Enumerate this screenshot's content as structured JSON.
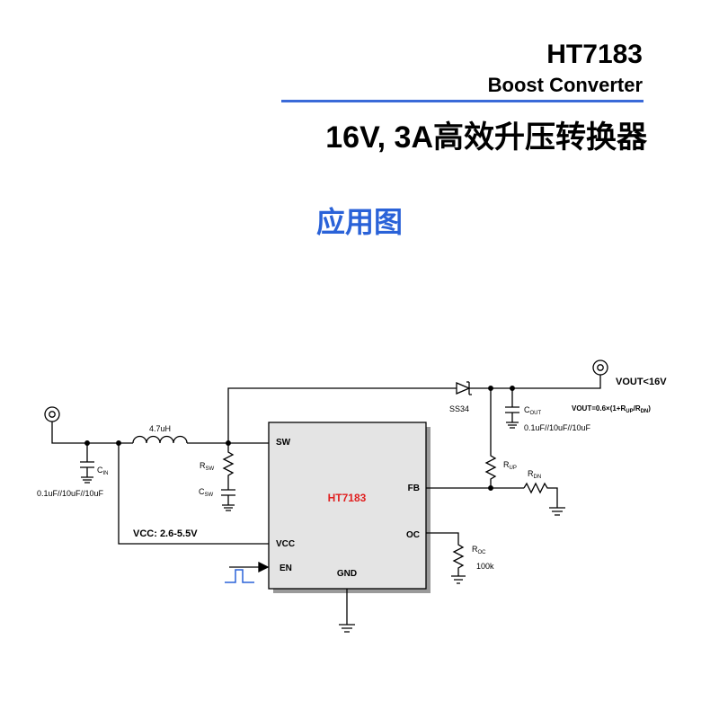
{
  "header": {
    "part_number": "HT7183",
    "subtitle": "Boost Converter",
    "title_cn": "16V, 3A高效升压转换器"
  },
  "section_title": "应用图",
  "colors": {
    "accent_blue": "#3a6ad8",
    "chip_label_red": "#e02020",
    "pulse_blue": "#2a62d8",
    "chip_fill": "#e4e4e4"
  },
  "schematic": {
    "chip_name": "HT7183",
    "pins": {
      "sw": "SW",
      "fb": "FB",
      "oc": "OC",
      "vcc": "VCC",
      "en": "EN",
      "gnd": "GND"
    },
    "inductor": "4.7uH",
    "diode": "SS34",
    "vout": "VOUT<16V",
    "vout_formula": {
      "prefix": "VOUT=0.6×(1+R",
      "sub1": "UP",
      "mid": "/R",
      "sub2": "DN",
      "suffix": ")"
    },
    "cin": {
      "label": "C",
      "sub": "IN",
      "value": "0.1uF//10uF//10uF"
    },
    "cout": {
      "label": "C",
      "sub": "OUT",
      "value": "0.1uF//10uF//10uF"
    },
    "rsw": {
      "label": "R",
      "sub": "SW"
    },
    "csw": {
      "label": "C",
      "sub": "SW"
    },
    "rup": {
      "label": "R",
      "sub": "UP"
    },
    "rdn": {
      "label": "R",
      "sub": "DN"
    },
    "roc": {
      "label": "R",
      "sub": "OC",
      "value": "100k"
    },
    "vcc_label": "VCC: 2.6-5.5V"
  }
}
